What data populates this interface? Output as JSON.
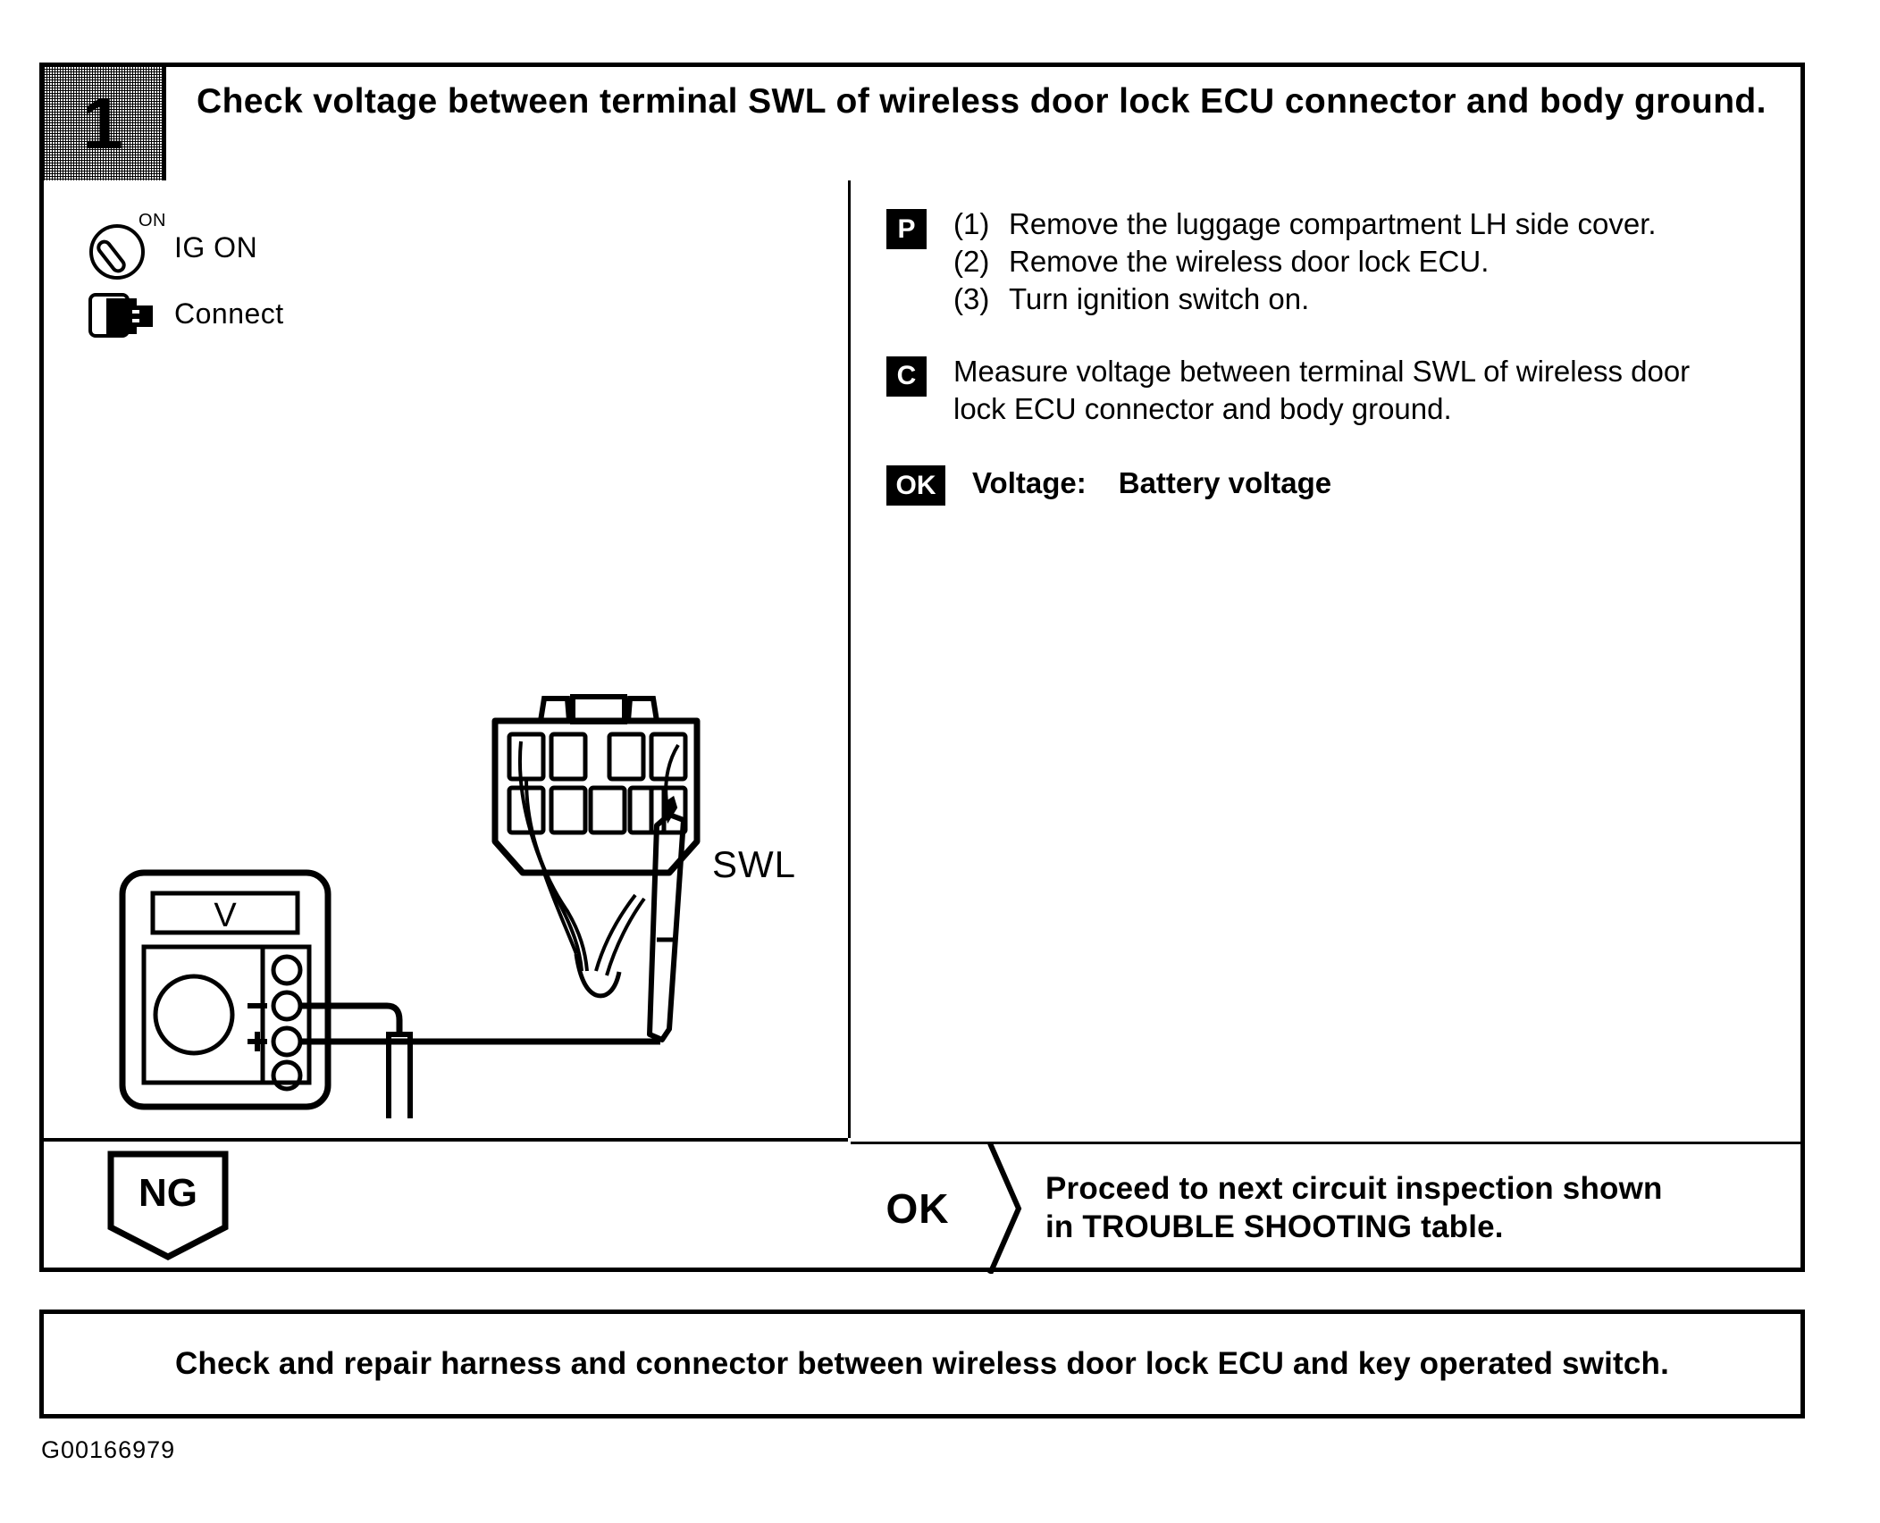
{
  "document": {
    "code": "G00166979"
  },
  "step": {
    "number": "1",
    "title": "Check voltage between terminal SWL of wireless door lock ECU connector and body ground."
  },
  "conditions": [
    {
      "icon": "ignition-key-icon",
      "superscript": "ON",
      "label": "IG ON"
    },
    {
      "icon": "connector-connect-icon",
      "superscript": "",
      "label": "Connect"
    }
  ],
  "instructions": [
    {
      "badge": "P",
      "badge_type": "square",
      "items": [
        {
          "marker": "(1)",
          "text": "Remove the luggage compartment LH side cover."
        },
        {
          "marker": "(2)",
          "text": "Remove the wireless door lock ECU."
        },
        {
          "marker": "(3)",
          "text": "Turn ignition switch on."
        }
      ]
    },
    {
      "badge": "C",
      "badge_type": "square",
      "paragraph": "Measure voltage between terminal SWL of wireless door lock ECU connector and body ground."
    },
    {
      "badge": "OK",
      "badge_type": "wide",
      "result_label": "Voltage:",
      "result_value": "Battery voltage"
    }
  ],
  "diagram": {
    "meter_display": "V",
    "meter_negative": "−",
    "meter_positive": "+",
    "terminal_label": "SWL"
  },
  "results": {
    "ng_label": "NG",
    "ok_label": "OK",
    "ok_text_line1": "Proceed to next circuit inspection shown",
    "ok_text_line2": "in TROUBLE SHOOTING table."
  },
  "action": {
    "text": "Check and repair harness and connector between wireless door lock ECU and key operated switch."
  }
}
